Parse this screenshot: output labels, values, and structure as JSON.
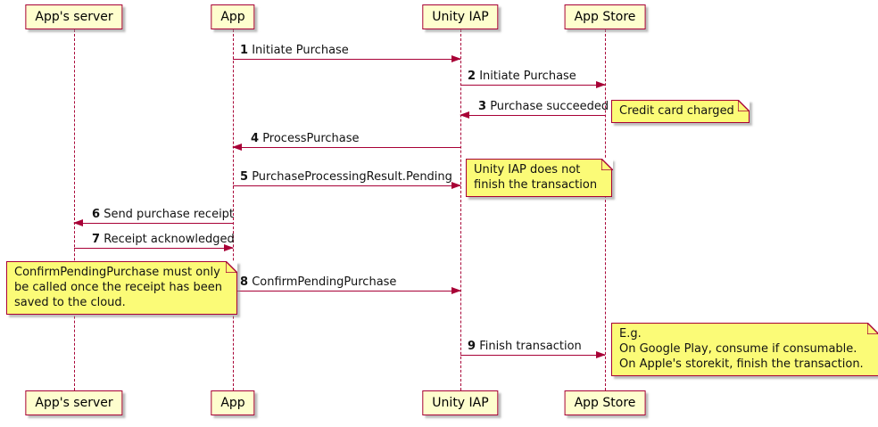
{
  "diagram": {
    "type": "uml-sequence",
    "colors": {
      "participant_fill": "#FEFECE",
      "note_fill": "#FBFB77",
      "border": "#A80036",
      "arrow": "#A80036",
      "background": "#FFFFFF"
    },
    "participants": [
      {
        "label": "App's server"
      },
      {
        "label": "App"
      },
      {
        "label": "Unity IAP"
      },
      {
        "label": "App Store"
      }
    ],
    "messages": [
      {
        "num": "1",
        "label": "Initiate Purchase",
        "from": "App",
        "to": "Unity IAP"
      },
      {
        "num": "2",
        "label": "Initiate Purchase",
        "from": "Unity IAP",
        "to": "App Store"
      },
      {
        "num": "3",
        "label": "Purchase succeeded",
        "from": "App Store",
        "to": "Unity IAP"
      },
      {
        "num": "4",
        "label": "ProcessPurchase",
        "from": "Unity IAP",
        "to": "App"
      },
      {
        "num": "5",
        "label": "PurchaseProcessingResult.Pending",
        "from": "App",
        "to": "Unity IAP"
      },
      {
        "num": "6",
        "label": "Send purchase receipt",
        "from": "App",
        "to": "App's server"
      },
      {
        "num": "7",
        "label": "Receipt acknowledged",
        "from": "App's server",
        "to": "App"
      },
      {
        "num": "8",
        "label": "ConfirmPendingPurchase",
        "from": "App",
        "to": "Unity IAP"
      },
      {
        "num": "9",
        "label": "Finish transaction",
        "from": "Unity IAP",
        "to": "App Store"
      }
    ],
    "notes": [
      {
        "text": "Credit card charged"
      },
      {
        "text": "Unity IAP does not\nfinish the transaction"
      },
      {
        "text": "ConfirmPendingPurchase must only\nbe called once the receipt has been\nsaved to the cloud."
      },
      {
        "text": "E.g.\nOn Google Play, consume if consumable.\nOn Apple's storekit, finish the transaction."
      }
    ]
  }
}
